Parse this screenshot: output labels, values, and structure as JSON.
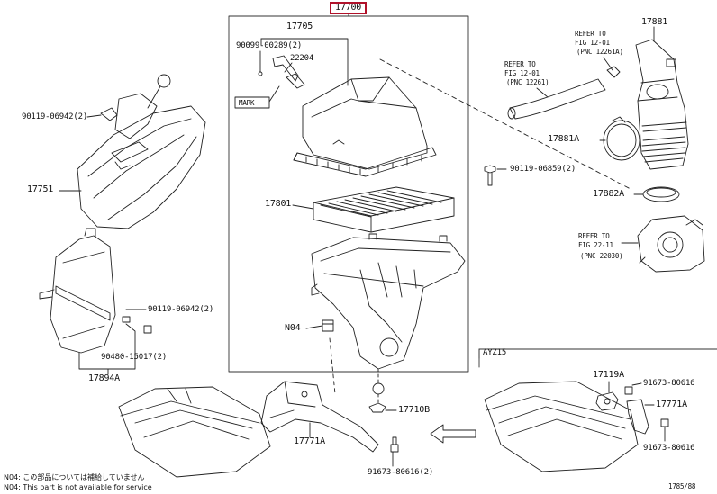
{
  "highlight_part": "17700",
  "parts": {
    "p17705": "17705",
    "p90099": "90099-00289(2)",
    "p22204": "22204",
    "mark": "MARK",
    "p90119a": "90119-06942(2)",
    "p17751": "17751",
    "p17801": "17801",
    "p90119b": "90119-06859(2)",
    "p90119c": "90119-06942(2)",
    "p90480": "90480-15017(2)",
    "p17894a": "17894A",
    "n04": "N04",
    "p17710b": "17710B",
    "p17771a_left": "17771A",
    "p91673_left": "91673-80616(2)",
    "p17881": "17881",
    "p17881a": "17881A",
    "p17882a": "17882A",
    "p17119a": "17119A",
    "p91673_r1": "91673-80616",
    "p17771a_right": "17771A",
    "p91673_r2": "91673-80616"
  },
  "refs": {
    "ref1_line1": "REFER TO",
    "ref1_line2": "FIG 12-01",
    "ref1_line3": "(PNC 12261A)",
    "ref2_line1": "REFER TO",
    "ref2_line2": "FIG 12-01",
    "ref2_line3": "(PNC 12261)",
    "ref3_line1": "REFER TO",
    "ref3_line2": "FIG 22-11",
    "ref3_line3": "(PNC 22030)"
  },
  "variant_label": "AYZ15",
  "notes": {
    "n04_jp": "N04: この部品については補給していません",
    "n04_en": "N04: This part is not available for service"
  },
  "page_code": "1785/88"
}
